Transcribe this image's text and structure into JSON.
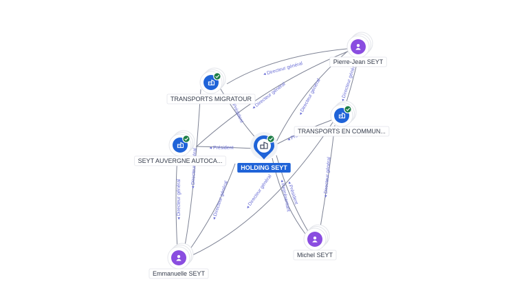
{
  "nodes": [
    {
      "id": "holding",
      "label": "HOLDING SEYT",
      "kind": "company",
      "main": true,
      "verified": true
    },
    {
      "id": "migratour",
      "label": "TRANSPORTS MIGRATOUR",
      "kind": "company",
      "verified": true
    },
    {
      "id": "auvergne",
      "label": "SEYT AUVERGNE AUTOCA...",
      "kind": "company",
      "verified": true
    },
    {
      "id": "commun",
      "label": "TRANSPORTS EN COMMUN...",
      "kind": "company",
      "verified": true
    },
    {
      "id": "pierre",
      "label": "Pierre-Jean SEYT",
      "kind": "person"
    },
    {
      "id": "michel",
      "label": "Michel SEYT",
      "kind": "person"
    },
    {
      "id": "emmanuelle",
      "label": "Emmanuelle SEYT",
      "kind": "person"
    }
  ],
  "edges": [
    {
      "id": "pj-migratour",
      "label": "Directeur général"
    },
    {
      "id": "pj-auvergne",
      "label": "Directeur général"
    },
    {
      "id": "pj-commun",
      "label": "Directeur général"
    },
    {
      "id": "pj-holding",
      "label": "Directeur général"
    },
    {
      "id": "migratour-holding",
      "label": "Président"
    },
    {
      "id": "auvergne-holding",
      "label": "Président"
    },
    {
      "id": "commun-holding",
      "label": "Président"
    },
    {
      "id": "michel-holding-1",
      "label": "Président"
    },
    {
      "id": "michel-holding-2",
      "label": "Représentant"
    },
    {
      "id": "michel-commun",
      "label": "Directeur général"
    },
    {
      "id": "em-auvergne-1",
      "label": "Directeur général"
    },
    {
      "id": "em-auvergne-2",
      "label": "Directeur général"
    },
    {
      "id": "em-holding",
      "label": "Directeur général"
    },
    {
      "id": "em-commun",
      "label": "Directeur général"
    }
  ]
}
